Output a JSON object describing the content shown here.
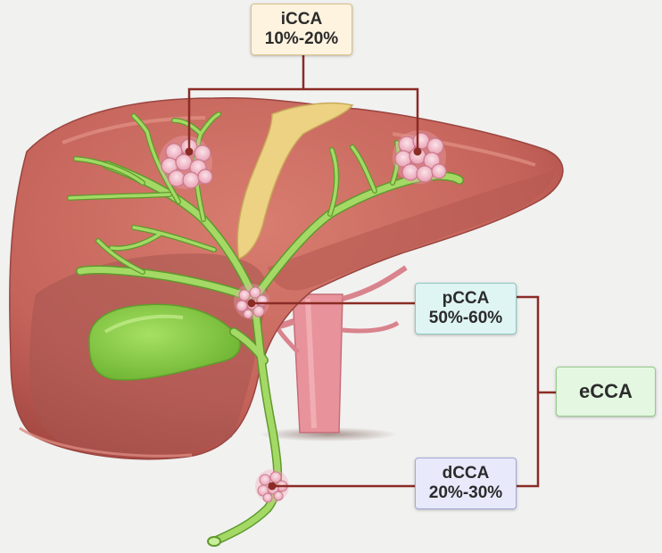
{
  "labels": {
    "iCCA": {
      "name": "iCCA",
      "range": "10%-20%"
    },
    "pCCA": {
      "name": "pCCA",
      "range": "50%-60%"
    },
    "dCCA": {
      "name": "dCCA",
      "range": "20%-30%"
    },
    "eCCA": {
      "name": "eCCA"
    }
  },
  "colors": {
    "connector": "#8b2b25",
    "liver": "#c8665b",
    "bile_duct": "#9bcf5a",
    "gallbladder": "#8fd24b",
    "vessel": "#e58e96",
    "tumor": "#f2bdc9"
  }
}
